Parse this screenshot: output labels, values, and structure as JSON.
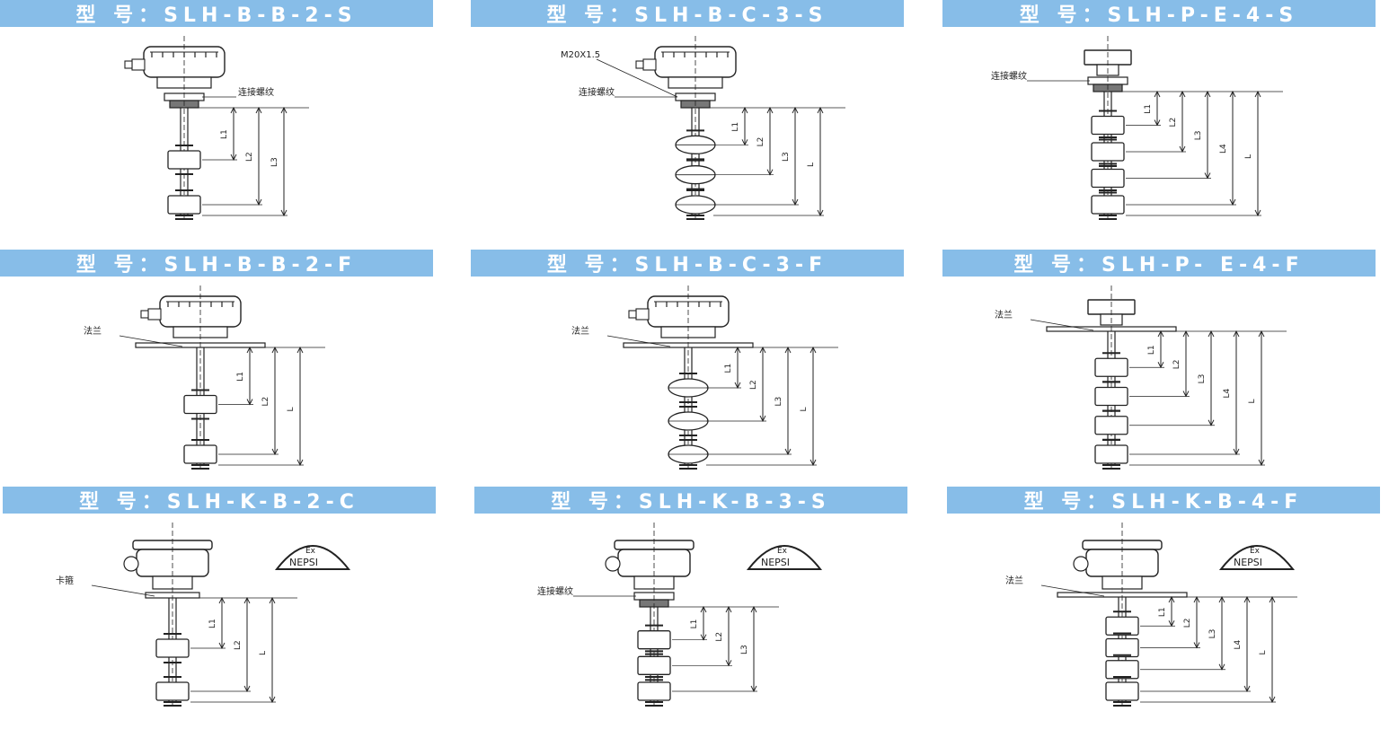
{
  "colors": {
    "banner_bg": "#87bde8",
    "banner_text": "#ffffff",
    "line": "#222222"
  },
  "panels": [
    {
      "model": "型 号：SLH-B-B-2-S",
      "style": "b",
      "mount": "thread",
      "floats": 2,
      "float_shape": "box",
      "dims": [
        "L1",
        "L2",
        "L3"
      ],
      "labels": [
        "连接螺纹"
      ],
      "ex": false
    },
    {
      "model": "型 号：SLH-B-C-3-S",
      "style": "b",
      "mount": "thread",
      "floats": 3,
      "float_shape": "ball",
      "dims": [
        "L1",
        "L2",
        "L3",
        "L"
      ],
      "labels": [
        "连接螺纹",
        "M20X1.5"
      ],
      "ex": false
    },
    {
      "model": "型 号：SLH-P-E-4-S",
      "style": "p",
      "mount": "thread",
      "floats": 4,
      "float_shape": "box",
      "dims": [
        "L1",
        "L2",
        "L3",
        "L4",
        "L"
      ],
      "labels": [
        "连接螺纹"
      ],
      "ex": false
    },
    {
      "model": "型 号：SLH-B-B-2-F",
      "style": "b",
      "mount": "flange",
      "floats": 2,
      "float_shape": "box",
      "dims": [
        "L1",
        "L2",
        "L"
      ],
      "labels": [
        "法兰"
      ],
      "ex": false
    },
    {
      "model": "型 号：SLH-B-C-3-F",
      "style": "b",
      "mount": "flange",
      "floats": 3,
      "float_shape": "ball",
      "dims": [
        "L1",
        "L2",
        "L3",
        "L"
      ],
      "labels": [
        "法兰"
      ],
      "ex": false
    },
    {
      "model": "型 号：SLH-P- E-4-F",
      "style": "p",
      "mount": "flange",
      "floats": 4,
      "float_shape": "box",
      "dims": [
        "L1",
        "L2",
        "L3",
        "L4",
        "L"
      ],
      "labels": [
        "法兰"
      ],
      "ex": false
    },
    {
      "model": "型 号：SLH-K-B-2-C",
      "style": "k",
      "mount": "clamp",
      "floats": 2,
      "float_shape": "box",
      "dims": [
        "L1",
        "L2",
        "L"
      ],
      "labels": [
        "卡箍"
      ],
      "ex": true
    },
    {
      "model": "型 号：SLH-K-B-3-S",
      "style": "k",
      "mount": "thread",
      "floats": 3,
      "float_shape": "box",
      "dims": [
        "L1",
        "L2",
        "L3"
      ],
      "labels": [
        "连接螺纹"
      ],
      "ex": true
    },
    {
      "model": "型 号：SLH-K-B-4-F",
      "style": "k",
      "mount": "flange",
      "floats": 4,
      "float_shape": "box",
      "dims": [
        "L1",
        "L2",
        "L3",
        "L4",
        "L"
      ],
      "labels": [
        "法兰"
      ],
      "ex": true
    }
  ],
  "ex_badge": {
    "top": "Ex",
    "bottom": "NEPSI"
  }
}
